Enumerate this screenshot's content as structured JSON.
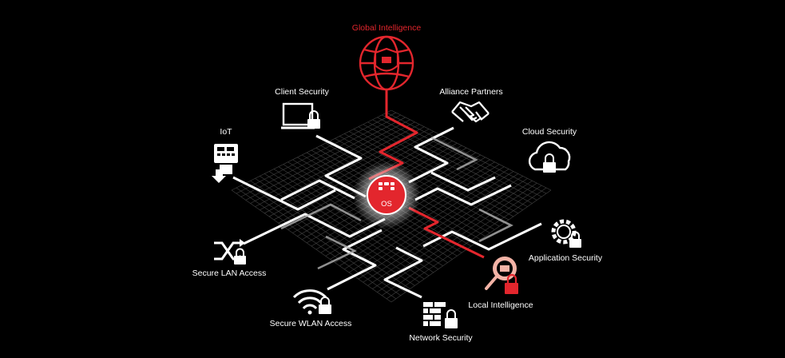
{
  "center": {
    "label": "OS"
  },
  "nodes": {
    "global_intelligence": {
      "label": "Global Intelligence",
      "icon": "globe-shield-icon"
    },
    "client_security": {
      "label": "Client Security",
      "icon": "laptop-lock-icon"
    },
    "alliance_partners": {
      "label": "Alliance Partners",
      "icon": "handshake-icon"
    },
    "iot": {
      "label": "IoT",
      "icon": "atm-kiosk-icon"
    },
    "cloud_security": {
      "label": "Cloud Security",
      "icon": "cloud-lock-icon"
    },
    "application_security": {
      "label": "Application Security",
      "icon": "gear-lock-icon"
    },
    "secure_lan_access": {
      "label": "Secure LAN Access",
      "icon": "switch-arrows-lock-icon"
    },
    "local_intelligence": {
      "label": "Local Intelligence",
      "icon": "magnifier-lock-icon"
    },
    "secure_wlan_access": {
      "label": "Secure WLAN Access",
      "icon": "wifi-lock-icon"
    },
    "network_security": {
      "label": "Network Security",
      "icon": "firewall-lock-icon"
    }
  },
  "colors": {
    "accent_red": "#e3262d",
    "white": "#ffffff",
    "grid": "#8a8a8a",
    "background": "#000000"
  }
}
